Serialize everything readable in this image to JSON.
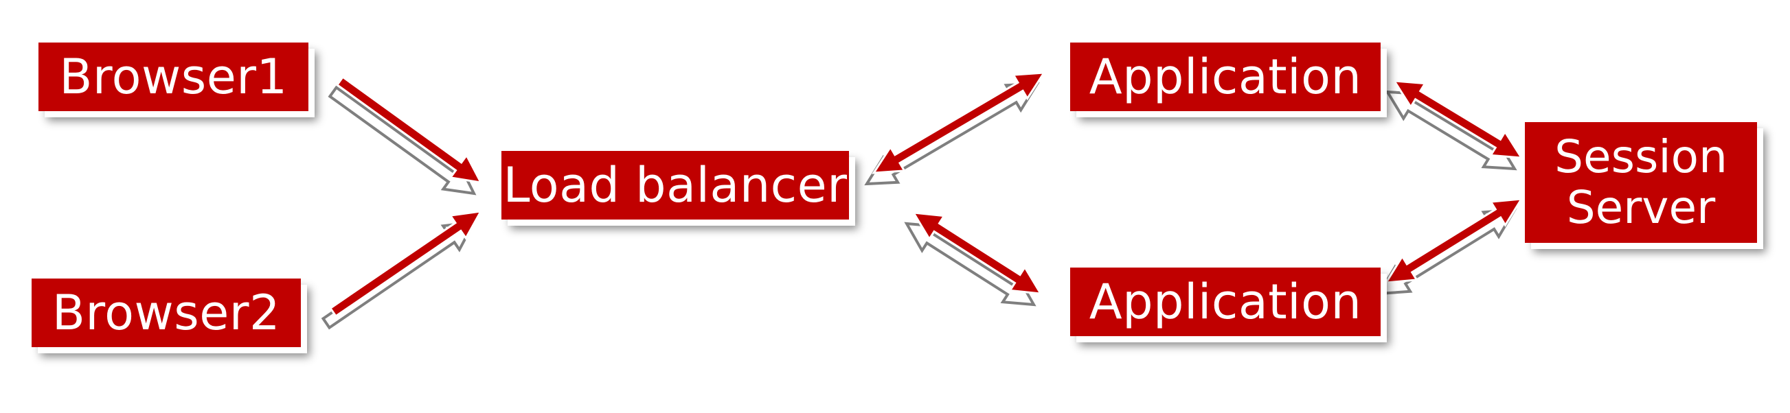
{
  "nodes": {
    "browser1": "Browser1",
    "browser2": "Browser2",
    "load_balancer": "Load balancer",
    "application_top": "Application",
    "application_bottom": "Application",
    "session_server_line1": "Session",
    "session_server_line2": "Server"
  },
  "colors": {
    "node_fill": "#c00000",
    "node_text": "#ffffff",
    "arrow_fill": "#c00000",
    "arrow_outline": "#7f7f7f"
  },
  "edges": [
    {
      "from": "browser1",
      "to": "load_balancer",
      "direction": "forward"
    },
    {
      "from": "browser2",
      "to": "load_balancer",
      "direction": "forward"
    },
    {
      "from": "load_balancer",
      "to": "application_top",
      "direction": "both"
    },
    {
      "from": "load_balancer",
      "to": "application_bottom",
      "direction": "both"
    },
    {
      "from": "application_top",
      "to": "session_server",
      "direction": "both"
    },
    {
      "from": "application_bottom",
      "to": "session_server",
      "direction": "both"
    }
  ]
}
